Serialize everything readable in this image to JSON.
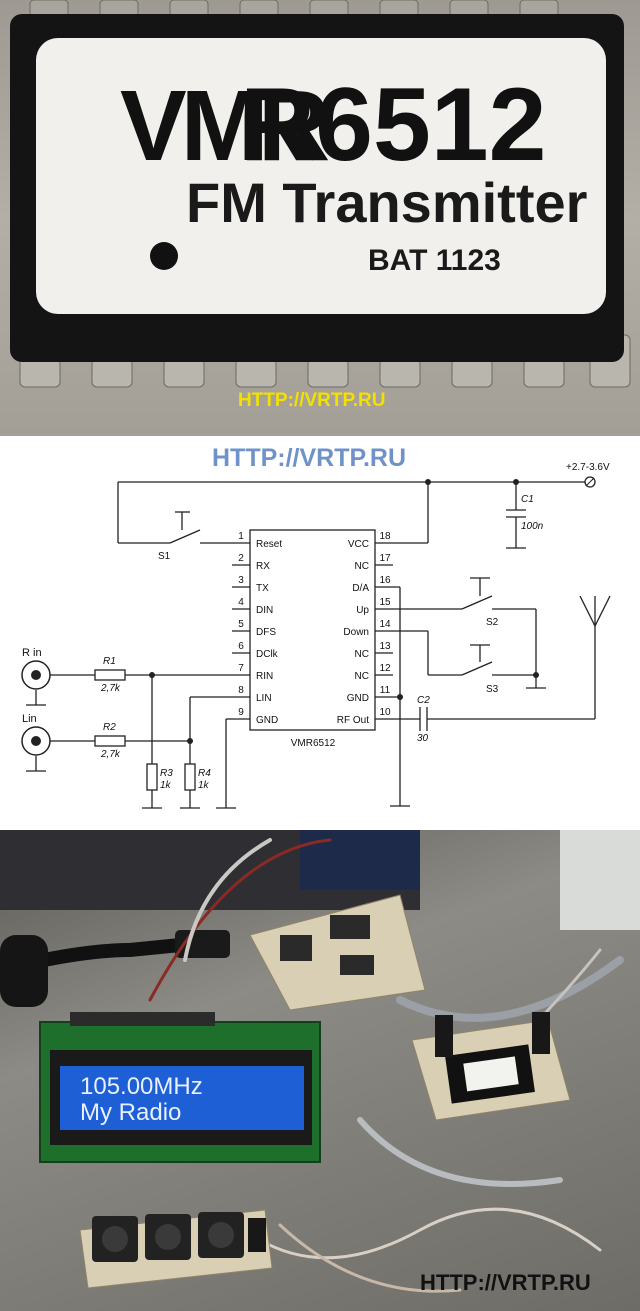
{
  "chip_photo": {
    "logo_text": "VMR",
    "model": "R6512",
    "subtitle": "FM Transmitter",
    "batch": "BAT 1123",
    "watermark": "HTTP://VRTP.RU"
  },
  "schematic": {
    "watermark": "HTTP://VRTP.RU",
    "chip_name": "VMR6512",
    "supply": "+2.7-3.6V",
    "left_pins": [
      {
        "num": "1",
        "name": "Reset"
      },
      {
        "num": "2",
        "name": "RX"
      },
      {
        "num": "3",
        "name": "TX"
      },
      {
        "num": "4",
        "name": "DIN"
      },
      {
        "num": "5",
        "name": "DFS"
      },
      {
        "num": "6",
        "name": "DClk"
      },
      {
        "num": "7",
        "name": "RIN"
      },
      {
        "num": "8",
        "name": "LIN"
      },
      {
        "num": "9",
        "name": "GND"
      }
    ],
    "right_pins": [
      {
        "num": "18",
        "name": "VCC"
      },
      {
        "num": "17",
        "name": "NC"
      },
      {
        "num": "16",
        "name": "D/A"
      },
      {
        "num": "15",
        "name": "Up"
      },
      {
        "num": "14",
        "name": "Down"
      },
      {
        "num": "13",
        "name": "NC"
      },
      {
        "num": "12",
        "name": "NC"
      },
      {
        "num": "11",
        "name": "GND"
      },
      {
        "num": "10",
        "name": "RF Out"
      }
    ],
    "components": {
      "c1_name": "C1",
      "c1_value": "100n",
      "c2_name": "C2",
      "c2_value": "30",
      "r1_name": "R1",
      "r1_value": "2,7k",
      "r2_name": "R2",
      "r2_value": "2,7k",
      "r3_name": "R3",
      "r3_value": "1k",
      "r4_name": "R4",
      "r4_value": "1k",
      "s1": "S1",
      "s2": "S2",
      "s3": "S3",
      "rin_label": "R in",
      "lin_label": "Lin"
    }
  },
  "prototype_photo": {
    "lcd_line1": "105.00MHz",
    "lcd_line2": "My Radio",
    "watermark": "HTTP://VRTP.RU"
  }
}
